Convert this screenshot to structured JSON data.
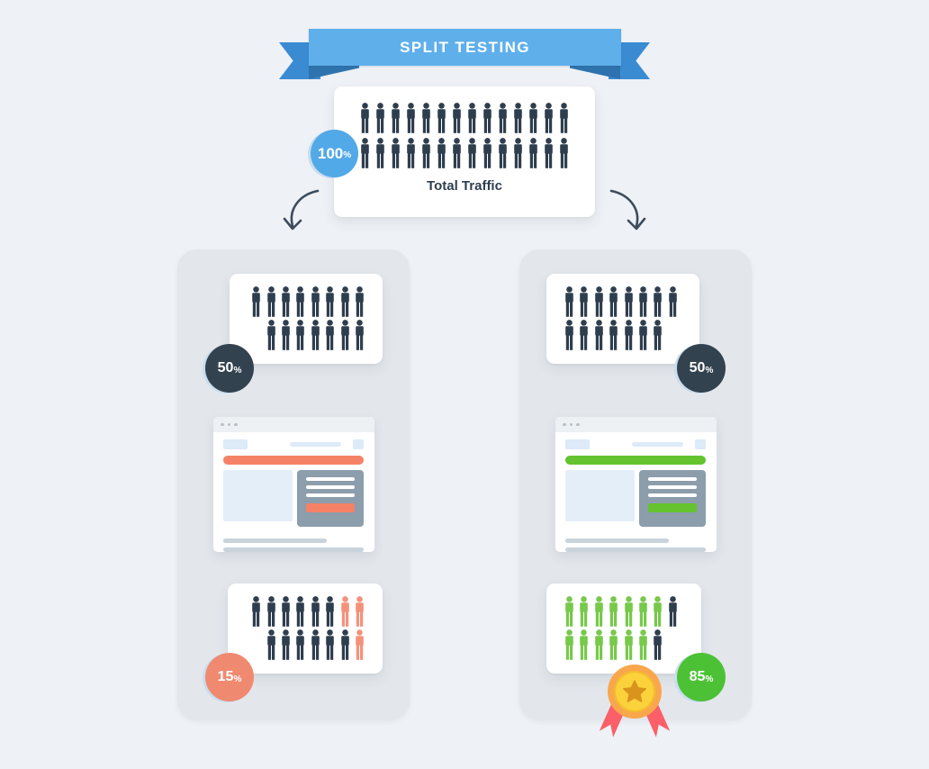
{
  "banner": {
    "title": "SPLIT TESTING"
  },
  "colors": {
    "navy": "#2f3e4e",
    "salmon": "#f5917b",
    "green": "#77c94a",
    "badge_blue": "#52a9e8",
    "badge_dark": "#33424f",
    "badge_salmon": "#ef8a70",
    "badge_green": "#4dc136",
    "banner_blue": "#5fafea",
    "ribbon_dark_blue": "#3a8bd2",
    "variant_a_accent": "#f58266",
    "variant_b_accent": "#64c32e",
    "medal_gold": "#f9a64d",
    "medal_ribbon_red": "#fb5f67"
  },
  "total": {
    "label": "Total Traffic",
    "badge": {
      "value": "100",
      "unit": "%"
    },
    "rows": [
      [
        {
          "count": 14,
          "color": "navy"
        }
      ],
      [
        {
          "count": 14,
          "color": "navy"
        }
      ]
    ]
  },
  "variant_a": {
    "traffic_badge": {
      "value": "50",
      "unit": "%"
    },
    "traffic_rows": [
      [
        {
          "count": 8,
          "color": "navy"
        }
      ],
      [
        {
          "count": 7,
          "color": "navy"
        }
      ]
    ],
    "result_badge": {
      "value": "15",
      "unit": "%"
    },
    "result_rows": [
      [
        {
          "count": 6,
          "color": "navy"
        },
        {
          "count": 2,
          "color": "salmon"
        }
      ],
      [
        {
          "count": 6,
          "color": "navy"
        },
        {
          "count": 1,
          "color": "salmon"
        }
      ]
    ]
  },
  "variant_b": {
    "traffic_badge": {
      "value": "50",
      "unit": "%"
    },
    "traffic_rows": [
      [
        {
          "count": 8,
          "color": "navy"
        }
      ],
      [
        {
          "count": 7,
          "color": "navy"
        }
      ]
    ],
    "result_badge": {
      "value": "85",
      "unit": "%"
    },
    "result_rows": [
      [
        {
          "count": 7,
          "color": "green"
        },
        {
          "count": 1,
          "color": "navy"
        }
      ],
      [
        {
          "count": 6,
          "color": "green"
        },
        {
          "count": 1,
          "color": "navy"
        }
      ]
    ],
    "winner": true
  }
}
